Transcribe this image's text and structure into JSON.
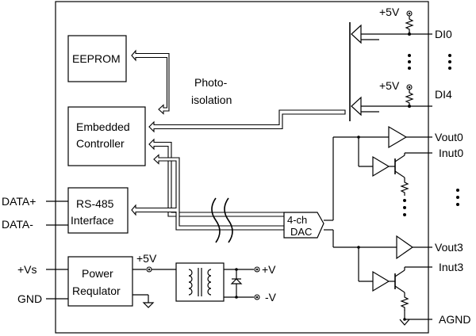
{
  "left_labels": {
    "data_plus": "DATA+",
    "data_minus": "DATA-",
    "vs": "+Vs",
    "gnd": "GND"
  },
  "blocks": {
    "eeprom": "EEPROM",
    "controller_line1": "Embedded",
    "controller_line2": "Controller",
    "rs485_line1": "RS-485",
    "rs485_line2": "Interface",
    "power_line1": "Power",
    "power_line2": "Requlator",
    "dac_line1": "4-ch",
    "dac_line2": "DAC"
  },
  "photo_line1": "Photo-",
  "photo_line2": "isolation",
  "supplies": {
    "p5v_top": "+5V",
    "p5v_mid": "+5V",
    "p5v_power": "+5V",
    "plus_v": "+V",
    "minus_v": "-V"
  },
  "right_labels": {
    "di0": "DI0",
    "di4": "DI4",
    "vout0": "Vout0",
    "inut0": "Inut0",
    "vout3": "Vout3",
    "inut3": "Inut3",
    "agnd": "AGND"
  }
}
